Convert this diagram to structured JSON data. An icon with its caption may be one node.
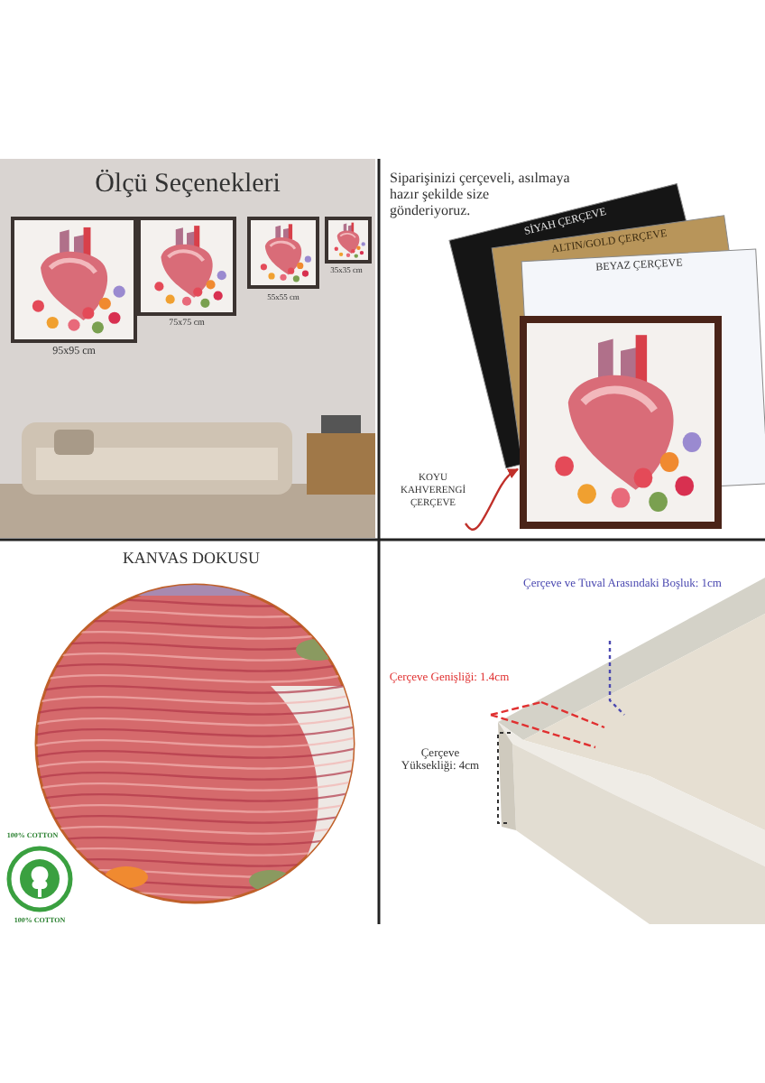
{
  "diagram": {
    "nodes": [
      {
        "text": [
          "KOYU KAHVERENGİ ÇERÇEVE"
        ]
      },
      {
        "text": [],
        "shape": "picture"
      }
    ],
    "edges": [
      {
        "from": 0,
        "to": 1,
        "arrow": "to"
      }
    ],
    "labels": [
      "Ölçü Seçenekleri",
      "95x95 cm",
      "75x75 cm",
      "55x55 cm",
      "35x35 cm",
      "Siparişinizi çerçeveli, asılmaya hazır şekilde size gönderiyoruz.",
      "SİYAH ÇERÇEVE",
      "ALTIN/GOLD ÇERÇEVE",
      "BEYAZ ÇERÇEVE",
      "KANVAS DOKUSU",
      "100% COTTON",
      "100% COTTON",
      "Çerçeve ve Tuval Arasındaki Boşluk: 1cm",
      "Çerçeve Genişliği: 1.4cm",
      "Çerçeve Yüksekliği: 4cm"
    ]
  }
}
